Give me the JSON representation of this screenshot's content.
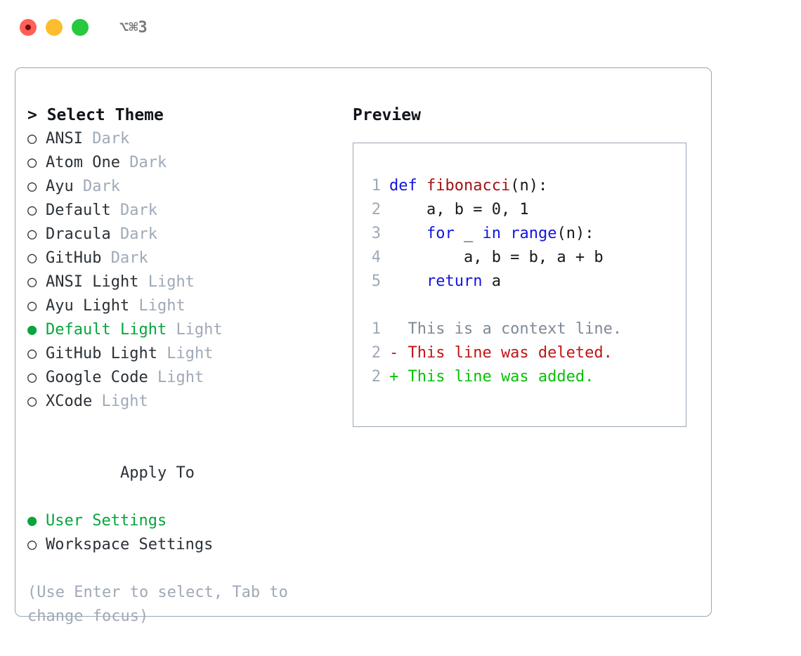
{
  "titlebar": {
    "shortcut": "⌥⌘3",
    "lights": [
      {
        "name": "close",
        "color": "#ff5f57"
      },
      {
        "name": "minimize",
        "color": "#febc2e"
      },
      {
        "name": "maximize",
        "color": "#28c840"
      }
    ]
  },
  "theme_picker": {
    "heading": "> Select Theme",
    "marker_selected": "●",
    "marker_unselected": "○",
    "items": [
      {
        "marker": "○",
        "label": "ANSI",
        "tag": "Dark",
        "selected": false
      },
      {
        "marker": "○",
        "label": "Atom One",
        "tag": "Dark",
        "selected": false
      },
      {
        "marker": "○",
        "label": "Ayu",
        "tag": "Dark",
        "selected": false
      },
      {
        "marker": "○",
        "label": "Default",
        "tag": "Dark",
        "selected": false
      },
      {
        "marker": "○",
        "label": "Dracula",
        "tag": "Dark",
        "selected": false
      },
      {
        "marker": "○",
        "label": "GitHub",
        "tag": "Dark",
        "selected": false
      },
      {
        "marker": "○",
        "label": "ANSI Light",
        "tag": "Light",
        "selected": false
      },
      {
        "marker": "○",
        "label": "Ayu Light",
        "tag": "Light",
        "selected": false
      },
      {
        "marker": "●",
        "label": "Default Light",
        "tag": "Light",
        "selected": true
      },
      {
        "marker": "○",
        "label": "GitHub Light",
        "tag": "Light",
        "selected": false
      },
      {
        "marker": "○",
        "label": "Google Code",
        "tag": "Light",
        "selected": false
      },
      {
        "marker": "○",
        "label": "XCode",
        "tag": "Light",
        "selected": false
      }
    ]
  },
  "apply_to": {
    "heading": "Apply To",
    "options": [
      {
        "marker": "●",
        "label": "User Settings",
        "selected": true
      },
      {
        "marker": "○",
        "label": "Workspace Settings",
        "selected": false
      }
    ]
  },
  "hint": "(Use Enter to select, Tab to change focus)",
  "preview": {
    "title": "Preview",
    "code_lines": [
      {
        "num": "1",
        "tokens": [
          {
            "t": "def ",
            "c": "kw"
          },
          {
            "t": "fibonacci",
            "c": "fn"
          },
          {
            "t": "(n):",
            "c": "pl"
          }
        ]
      },
      {
        "num": "2",
        "tokens": [
          {
            "t": "    a, b = 0, 1",
            "c": "pl"
          }
        ]
      },
      {
        "num": "3",
        "tokens": [
          {
            "t": "    ",
            "c": "pl"
          },
          {
            "t": "for",
            "c": "kw"
          },
          {
            "t": " _ ",
            "c": "pl"
          },
          {
            "t": "in",
            "c": "kw"
          },
          {
            "t": " ",
            "c": "pl"
          },
          {
            "t": "range",
            "c": "kw"
          },
          {
            "t": "(n):",
            "c": "pl"
          }
        ]
      },
      {
        "num": "4",
        "tokens": [
          {
            "t": "        a, b = b, a + b",
            "c": "pl"
          }
        ]
      },
      {
        "num": "5",
        "tokens": [
          {
            "t": "    ",
            "c": "pl"
          },
          {
            "t": "return",
            "c": "kw"
          },
          {
            "t": " a",
            "c": "pl"
          }
        ]
      }
    ],
    "diff_lines": [
      {
        "num": "1",
        "text": "  This is a context line.",
        "c": "ctx"
      },
      {
        "num": "2",
        "text": "- This line was deleted.",
        "c": "del"
      },
      {
        "num": "2",
        "text": "+ This line was added.",
        "c": "add"
      }
    ]
  },
  "colors": {
    "accent_green": "#07a53c",
    "diff_add_green": "#09c009",
    "diff_del_red": "#c01414",
    "keyword_blue": "#1414e0",
    "function_red": "#a01414",
    "muted_gray": "#9fa9b7",
    "border": "#9aa6b4"
  }
}
